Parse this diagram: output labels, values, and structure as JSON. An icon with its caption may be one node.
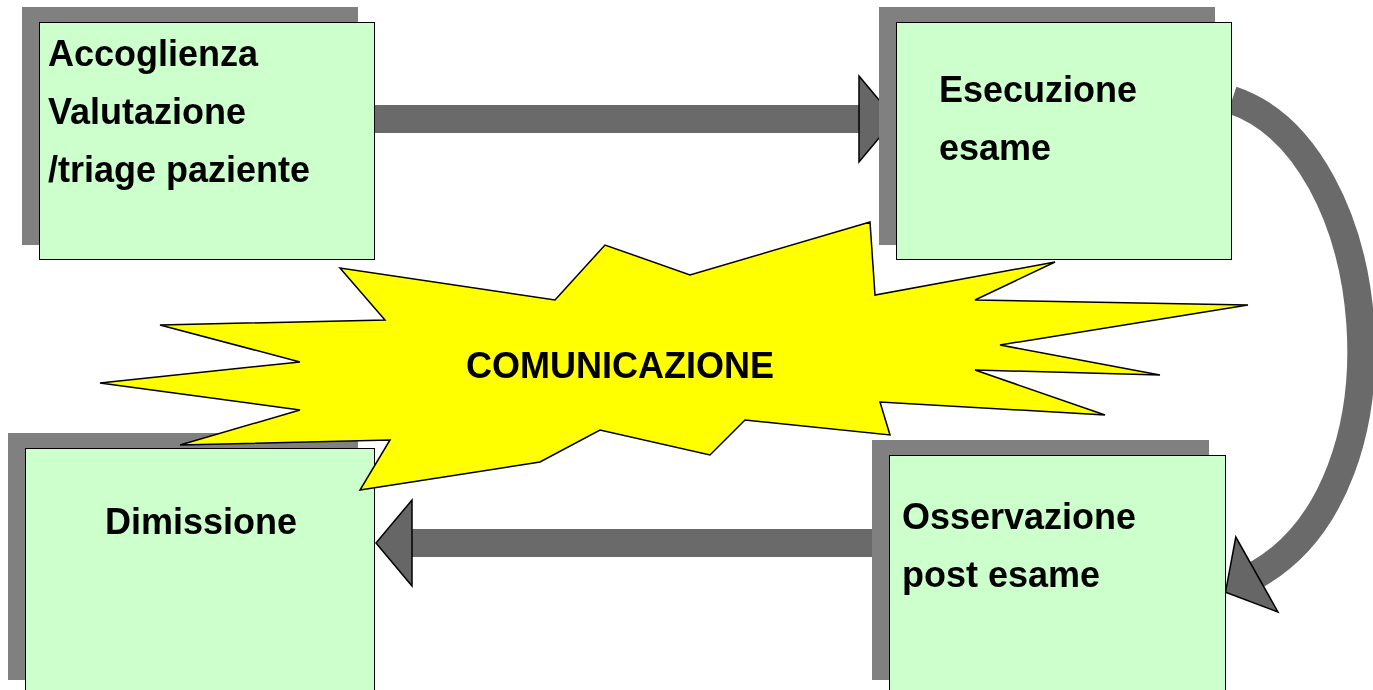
{
  "diagram": {
    "nodes": [
      {
        "text": [
          "Accoglienza Valutazione /triage paziente"
        ]
      },
      {
        "text": [
          "Esecuzione esame"
        ]
      },
      {
        "text": [
          "Osservazione post esame"
        ]
      },
      {
        "text": [
          "Dimissione"
        ]
      },
      {
        "text": [
          "COMUNICAZIONE"
        ]
      }
    ],
    "edges": [
      {
        "from": 0,
        "to": 1,
        "arrow": "to"
      },
      {
        "from": 1,
        "to": 2,
        "arrow": "to"
      },
      {
        "from": 2,
        "to": 3,
        "arrow": "to"
      }
    ]
  }
}
